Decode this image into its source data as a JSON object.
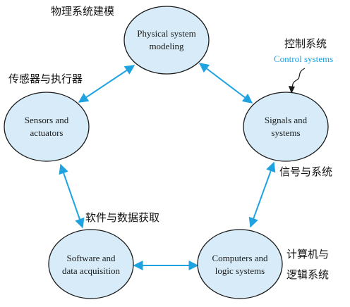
{
  "colors": {
    "node_fill": "#d7ecf8",
    "node_stroke": "#1a1a1a",
    "arrow": "#1fa3e0",
    "accent_text": "#1fa3e0",
    "text": "#111111"
  },
  "nodes": {
    "physical": {
      "line1": "Physical system",
      "line2": "modeling"
    },
    "signals": {
      "line1": "Signals and",
      "line2": "systems"
    },
    "computers": {
      "line1": "Computers and",
      "line2": "logic systems"
    },
    "software": {
      "line1": "Software and",
      "line2": "data acquisition"
    },
    "sensors": {
      "line1": "Sensors and",
      "line2": "actuators"
    }
  },
  "annotations": {
    "physical_cn": "物理系统建模",
    "control_cn": "控制系统",
    "control_en": "Control systems",
    "signals_cn": "信号与系统",
    "computers_cn_line1": "计算机与",
    "computers_cn_line2": "逻辑系统",
    "software_cn": "软件与数据获取",
    "sensors_cn": "传感器与执行器"
  }
}
